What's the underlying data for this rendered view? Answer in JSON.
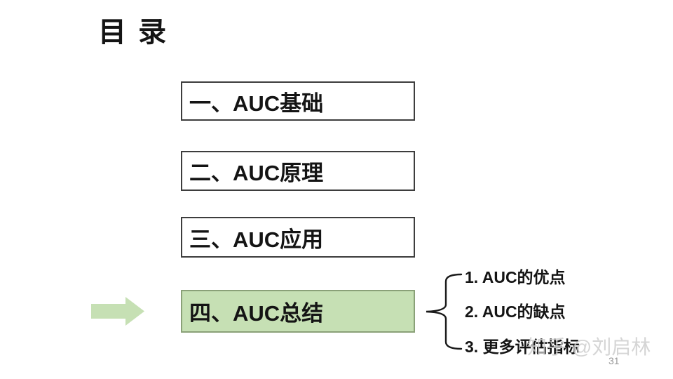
{
  "slide": {
    "title": "目 录",
    "page_number": "31",
    "watermark": "知乎 @刘启林"
  },
  "toc": {
    "items": [
      {
        "label": "一、AUC基础",
        "highlighted": false
      },
      {
        "label": "二、AUC原理",
        "highlighted": false
      },
      {
        "label": "三、AUC应用",
        "highlighted": false
      },
      {
        "label": "四、AUC总结",
        "highlighted": true
      }
    ]
  },
  "details": {
    "items": [
      "1. AUC的优点",
      "2. AUC的缺点",
      "3. 更多评估指标"
    ]
  },
  "icons": {
    "arrow": "right-block-arrow",
    "brace": "left-curly-brace"
  },
  "colors": {
    "highlight_fill": "#c6e0b4",
    "highlight_border": "#8aa178",
    "box_border": "#3d3d3d",
    "text": "#141414",
    "watermark": "#cccccc",
    "page_number": "#979797"
  }
}
